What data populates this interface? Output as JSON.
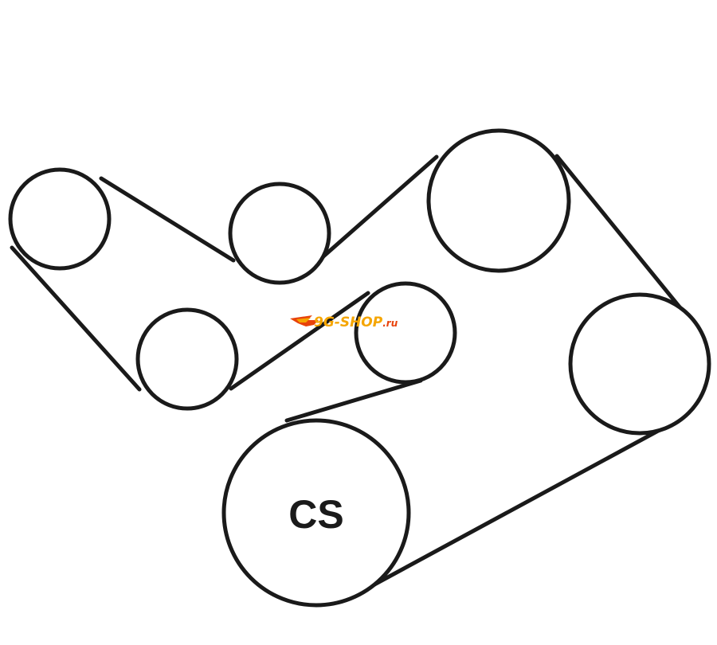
{
  "diagram": {
    "pulleys": [
      {
        "id": "upper-left",
        "label": ""
      },
      {
        "id": "upper-middle",
        "label": ""
      },
      {
        "id": "top-right",
        "label": ""
      },
      {
        "id": "right",
        "label": ""
      },
      {
        "id": "crankshaft",
        "label": "CS"
      },
      {
        "id": "center",
        "label": ""
      },
      {
        "id": "lower-left",
        "label": ""
      }
    ],
    "colors": {
      "line": "#1a1a1a",
      "background": "#ffffff"
    }
  },
  "watermark": {
    "text_main": "9G-SHOP",
    "text_suffix": ".ru",
    "colors": {
      "main": "#f5a500",
      "flame": "#e8420a"
    }
  }
}
